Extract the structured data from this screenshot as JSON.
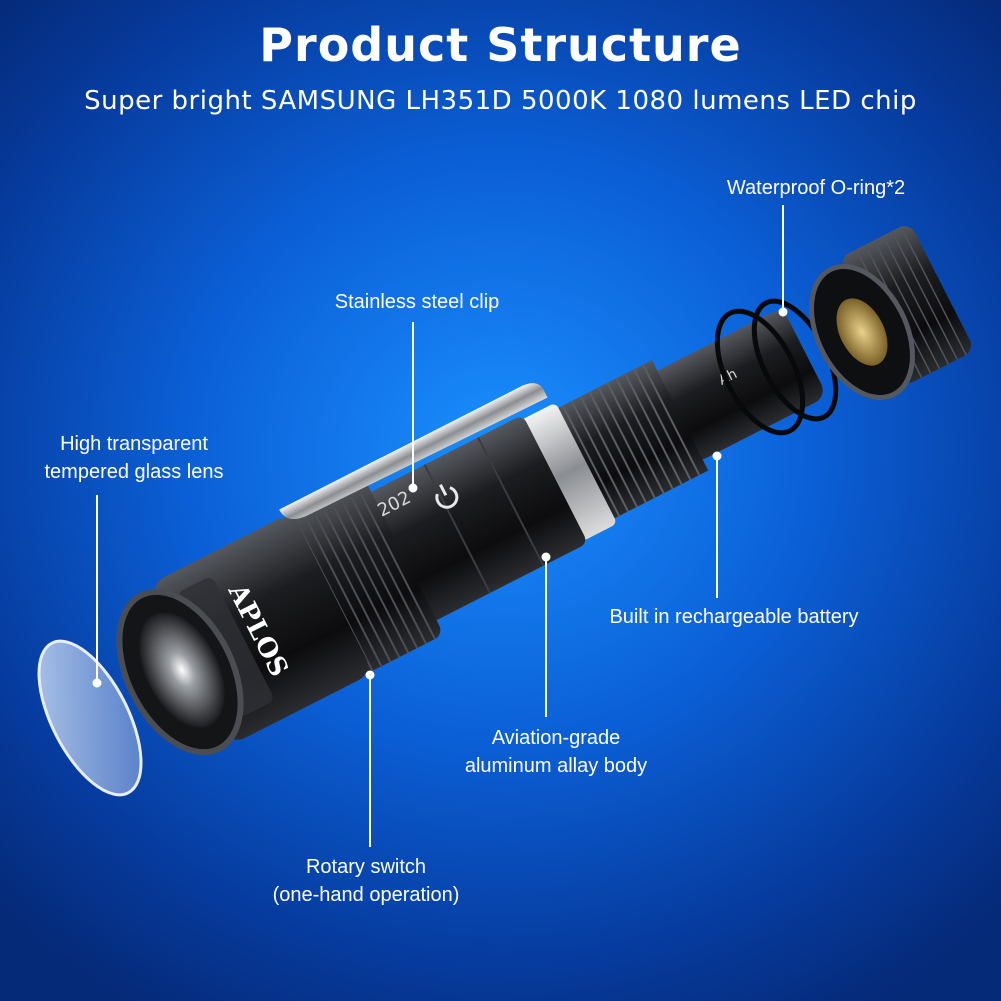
{
  "header": {
    "title": "Product Structure",
    "subtitle": "Super bright SAMSUNG LH351D 5000K 1080 lumens LED chip"
  },
  "callouts": {
    "o_ring": "Waterproof O-ring*2",
    "clip": "Stainless steel clip",
    "lens_line1": "High transparent",
    "lens_line2": "tempered glass lens",
    "battery": "Built in rechargeable battery",
    "body_line1": "Aviation-grade",
    "body_line2": "aluminum allay body",
    "switch_line1": "Rotary switch",
    "switch_line2": "(one-hand operation)"
  },
  "product": {
    "brand": "APLOS",
    "model": "202",
    "battery_mark": "Ah"
  },
  "colors": {
    "background": "#0b5fd6",
    "body_metal": "#1c1d20",
    "accent_line": "#ffffff"
  }
}
